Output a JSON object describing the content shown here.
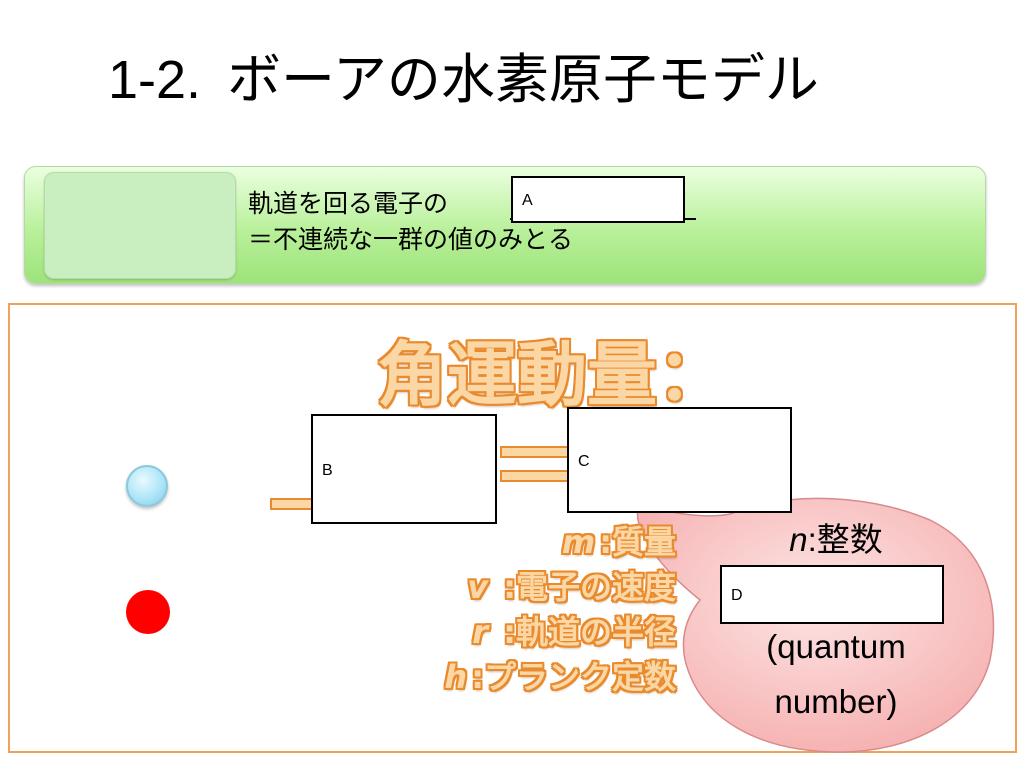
{
  "title": {
    "number": "1-2.",
    "text": "ボーアの水素原子モデル"
  },
  "green_panel": {
    "line1": "軌道を回る電子の",
    "line2": "＝不連続な一群の値のみとる"
  },
  "answer_boxes": {
    "a": "A",
    "b": "B",
    "c": "C",
    "d": "D"
  },
  "formula": {
    "heading": "角運動量："
  },
  "variables": [
    {
      "symbol": "m",
      "sep": ":",
      "label": "質量"
    },
    {
      "symbol": "v",
      "sep": " :",
      "label": "電子の速度"
    },
    {
      "symbol": "r",
      "sep": " :",
      "label": "軌道の半径"
    },
    {
      "symbol": "h",
      "sep": ":",
      "label": "プランク定数"
    }
  ],
  "bubble": {
    "n_symbol": "n",
    "n_label": "整数",
    "quantum_line1": "(quantum",
    "quantum_line2": "number)"
  },
  "colors": {
    "accent_orange": "#e98a2d",
    "orange_fill": "#fbd7a6",
    "panel_green": "#b9f09a",
    "bubble_pink": "#f9c3c3",
    "electron_red": "#ff0000",
    "nucleus_blue": "#a9e3f7"
  }
}
